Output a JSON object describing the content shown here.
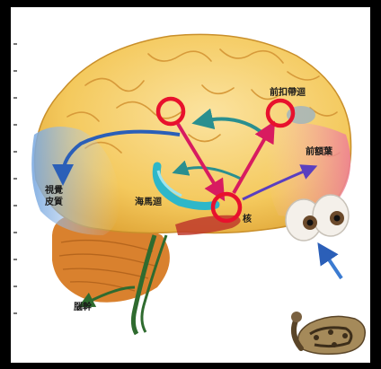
{
  "labels": {
    "visual_cortex_line1": "視覺",
    "visual_cortex_line2": "皮質",
    "hippocampus": "海馬迴",
    "amygdala": "核",
    "prefrontal": "前扣帶迴",
    "frontal_lobe": "前額葉",
    "brainstem": "腦幹"
  },
  "colors": {
    "background": "#000000",
    "panel": "#ffffff",
    "brain": "#f4c95d",
    "brain_shadow": "#e2a93b",
    "visual_region": "#8fb8e8",
    "frontal_region": "#f29aa8",
    "cerebellum": "#d9812e",
    "highlight_ring": "#e8112d",
    "highlight_arrow": "#d81b60",
    "pathway_teal": "#2a8f8f",
    "pathway_purple": "#5a3fc0",
    "brainstem_green": "#2f6b2f"
  }
}
